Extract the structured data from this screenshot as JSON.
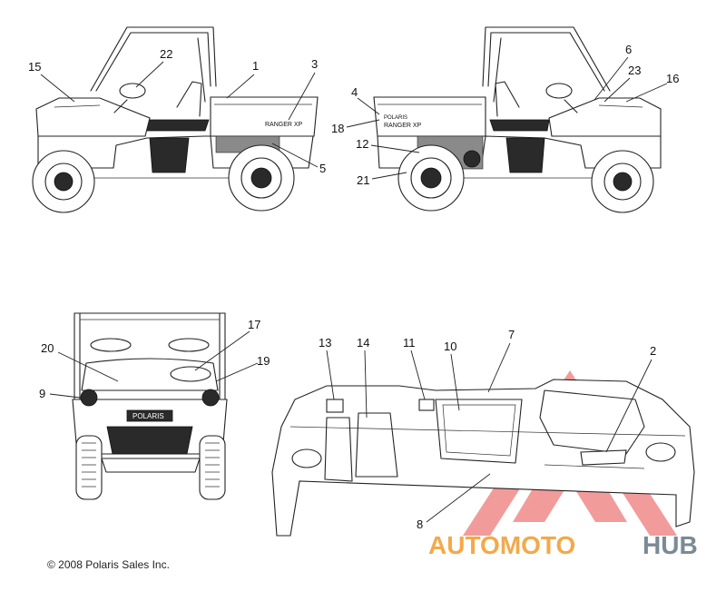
{
  "callouts": {
    "c1": "1",
    "c2": "2",
    "c3": "3",
    "c4": "4",
    "c5": "5",
    "c6": "6",
    "c7": "7",
    "c8": "8",
    "c9": "9",
    "c10": "10",
    "c11": "11",
    "c12": "12",
    "c13": "13",
    "c14": "14",
    "c15": "15",
    "c16": "16",
    "c17": "17",
    "c18": "18",
    "c19": "19",
    "c20": "20",
    "c21": "21",
    "c22": "22",
    "c23": "23"
  },
  "decals": {
    "ranger_left": "RANGER XP",
    "ranger_right": "RANGER XP",
    "polaris_small": "POLARIS",
    "grille_brand": "POLARIS"
  },
  "copyright": "© 2008 Polaris Sales Inc.",
  "watermark": {
    "part1": "AUTOMOTO",
    "part2": "HUB"
  },
  "colors": {
    "watermark_red": "#e84a4a",
    "watermark_orange": "#f3a94a",
    "watermark_gray": "#7a8a96"
  }
}
